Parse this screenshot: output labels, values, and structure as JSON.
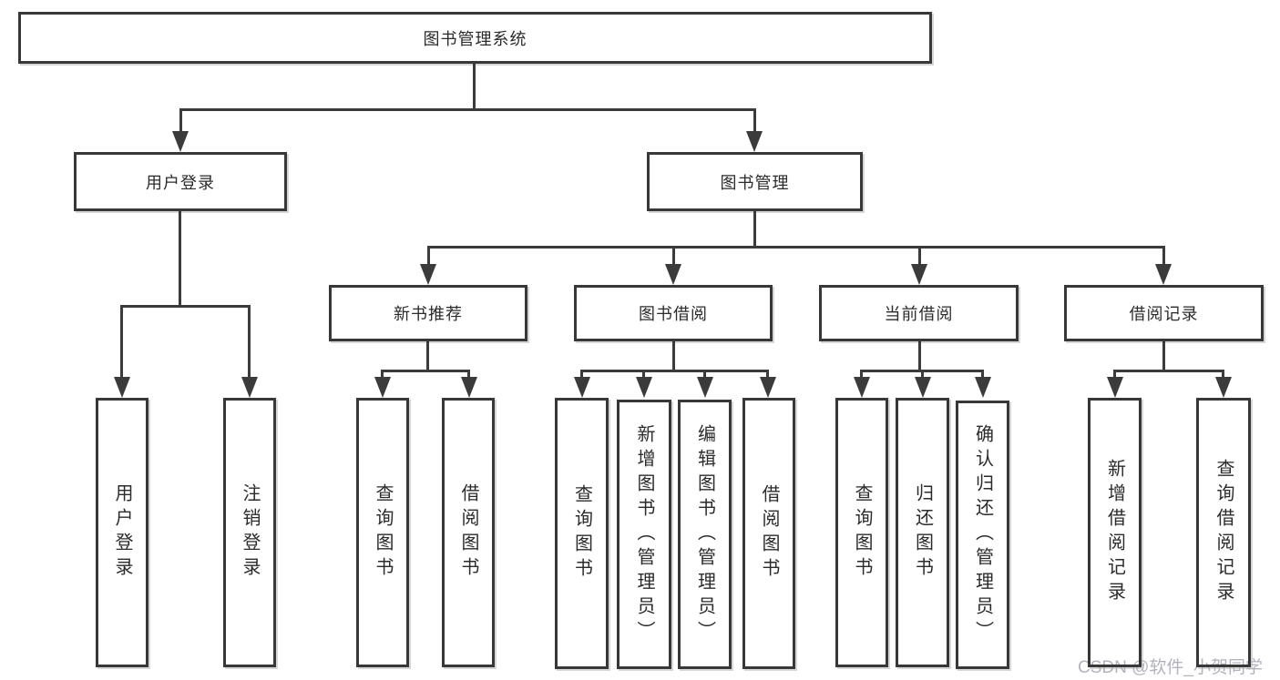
{
  "diagram": {
    "title_node": {
      "label": "图书管理系统"
    },
    "level2": [
      {
        "label": "用户登录"
      },
      {
        "label": "图书管理"
      }
    ],
    "level3": [
      {
        "label": "新书推荐"
      },
      {
        "label": "图书借阅"
      },
      {
        "label": "当前借阅"
      },
      {
        "label": "借阅记录"
      }
    ],
    "leaves": {
      "user_login": [
        {
          "label": "用户登录"
        },
        {
          "label": "注销登录"
        }
      ],
      "new_book_recommend": [
        {
          "label": "查询图书"
        },
        {
          "label": "借阅图书"
        }
      ],
      "book_borrow": [
        {
          "label": "查询图书"
        },
        {
          "label": "新增图书（管理员）"
        },
        {
          "label": "编辑图书（管理员）"
        },
        {
          "label": "借阅图书"
        }
      ],
      "current_borrow": [
        {
          "label": "查询图书"
        },
        {
          "label": "归还图书"
        },
        {
          "label": "确认归还（管理员）"
        }
      ],
      "borrow_record": [
        {
          "label": "新增借阅记录"
        },
        {
          "label": "查询借阅记录"
        }
      ]
    },
    "watermark": "CSDN @软件_小贺同学",
    "colors": {
      "line": "#3b3b3b",
      "border": "#383838",
      "text": "#2b2b2b",
      "watermark": "#b3b3bd",
      "background": "#ffffff"
    }
  }
}
